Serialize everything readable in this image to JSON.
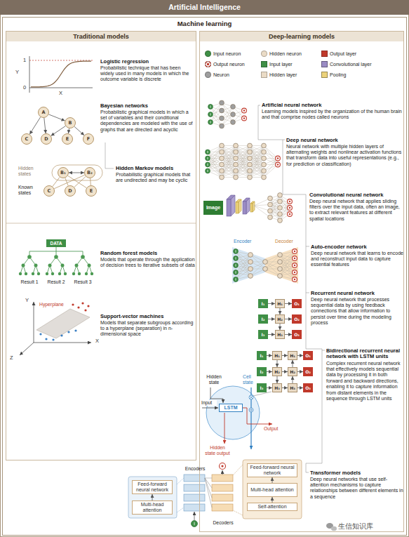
{
  "diagram": {
    "title": "Artificial Intelligence",
    "nodes": [
      {
        "text": [
          "Machine learning"
        ]
      },
      {
        "text": [
          "Traditional models"
        ],
        "in": 0
      },
      {
        "text": [
          "Deep-learning models"
        ],
        "in": 0
      },
      {
        "text": [
          "A"
        ],
        "in": 1
      },
      {
        "text": [
          "B"
        ],
        "in": 1
      },
      {
        "text": [
          "C"
        ],
        "in": 1
      },
      {
        "text": [
          "D"
        ],
        "in": 1
      },
      {
        "text": [
          "E"
        ],
        "in": 1
      },
      {
        "text": [
          "F"
        ],
        "in": 1
      },
      {
        "text": [
          "B₁"
        ],
        "in": 1
      },
      {
        "text": [
          "B₂"
        ],
        "in": 1
      },
      {
        "text": [
          "C"
        ],
        "in": 1
      },
      {
        "text": [
          "D"
        ],
        "in": 1
      },
      {
        "text": [
          "E"
        ],
        "in": 1
      },
      {
        "text": [
          "DATA"
        ],
        "in": 1
      },
      {
        "text": [
          "Image"
        ],
        "in": 2
      },
      {
        "text": [
          "I₁"
        ],
        "in": 2
      },
      {
        "text": [
          "H₁"
        ],
        "in": 2
      },
      {
        "text": [
          "O₁"
        ],
        "in": 2
      },
      {
        "text": [
          "I₂"
        ],
        "in": 2
      },
      {
        "text": [
          "H₂"
        ],
        "in": 2
      },
      {
        "text": [
          "O₂"
        ],
        "in": 2
      },
      {
        "text": [
          "I₃"
        ],
        "in": 2
      },
      {
        "text": [
          "H₃"
        ],
        "in": 2
      },
      {
        "text": [
          "O₃"
        ],
        "in": 2
      },
      {
        "text": [
          "I₁"
        ],
        "in": 2
      },
      {
        "text": [
          "H₁"
        ],
        "in": 2
      },
      {
        "text": [
          "H₁"
        ],
        "in": 2
      },
      {
        "text": [
          "O₁"
        ],
        "in": 2
      },
      {
        "text": [
          "I₂"
        ],
        "in": 2
      },
      {
        "text": [
          "H₂"
        ],
        "in": 2
      },
      {
        "text": [
          "H₂"
        ],
        "in": 2
      },
      {
        "text": [
          "O₂"
        ],
        "in": 2
      },
      {
        "text": [
          "I₃"
        ],
        "in": 2
      },
      {
        "text": [
          "H₃"
        ],
        "in": 2
      },
      {
        "text": [
          "H₃"
        ],
        "in": 2
      },
      {
        "text": [
          "O₃"
        ],
        "in": 2
      },
      {
        "text": [
          "LSTM"
        ],
        "in": 2
      },
      {
        "text": [
          "Feed-forward neural network"
        ],
        "in": 0
      },
      {
        "text": [
          "Multi-head attention"
        ],
        "in": 0
      },
      {
        "text": [
          "Feed-forward neural network"
        ],
        "in": 0
      },
      {
        "text": [
          "Multi-head attention"
        ],
        "in": 0
      },
      {
        "text": [
          "Self-attention"
        ],
        "in": 0
      }
    ],
    "edges": [
      {
        "from": 3,
        "to": 4,
        "arrow": "to"
      },
      {
        "from": 3,
        "to": 5,
        "arrow": "to"
      },
      {
        "from": 3,
        "to": 6,
        "arrow": "to"
      },
      {
        "from": 4,
        "to": 6,
        "arrow": "to"
      },
      {
        "from": 4,
        "to": 7,
        "arrow": "to"
      },
      {
        "from": 4,
        "to": 8,
        "arrow": "to"
      },
      {
        "from": 9,
        "to": 10,
        "arrow": "both"
      },
      {
        "from": 9,
        "to": 11,
        "arrow": "none"
      },
      {
        "from": 9,
        "to": 12,
        "arrow": "none"
      },
      {
        "from": 9,
        "to": 13,
        "arrow": "none"
      },
      {
        "from": 10,
        "to": 11,
        "arrow": "none"
      },
      {
        "from": 10,
        "to": 12,
        "arrow": "none"
      },
      {
        "from": 10,
        "to": 13,
        "arrow": "none"
      },
      {
        "from": 16,
        "to": 17,
        "arrow": "to"
      },
      {
        "from": 17,
        "to": 18,
        "arrow": "to"
      },
      {
        "from": 19,
        "to": 20,
        "arrow": "to"
      },
      {
        "from": 20,
        "to": 21,
        "arrow": "to"
      },
      {
        "from": 22,
        "to": 23,
        "arrow": "to"
      },
      {
        "from": 23,
        "to": 24,
        "arrow": "to"
      },
      {
        "from": 17,
        "to": 20,
        "arrow": "to"
      },
      {
        "from": 20,
        "to": 23,
        "arrow": "to"
      },
      {
        "from": 25,
        "to": 26,
        "arrow": "to"
      },
      {
        "from": 26,
        "to": 27,
        "arrow": "to"
      },
      {
        "from": 27,
        "to": 28,
        "arrow": "to"
      },
      {
        "from": 29,
        "to": 30,
        "arrow": "to"
      },
      {
        "from": 30,
        "to": 31,
        "arrow": "to"
      },
      {
        "from": 31,
        "to": 32,
        "arrow": "to"
      },
      {
        "from": 33,
        "to": 34,
        "arrow": "to"
      },
      {
        "from": 34,
        "to": 35,
        "arrow": "to"
      },
      {
        "from": 35,
        "to": 36,
        "arrow": "to"
      },
      {
        "from": 26,
        "to": 30,
        "arrow": "to"
      },
      {
        "from": 30,
        "to": 34,
        "arrow": "to"
      },
      {
        "from": 35,
        "to": 31,
        "arrow": "to"
      },
      {
        "from": 31,
        "to": 27,
        "arrow": "to"
      },
      {
        "from": 39,
        "to": 38,
        "arrow": "to"
      },
      {
        "from": 42,
        "to": 41,
        "arrow": "to"
      },
      {
        "from": 41,
        "to": 40,
        "arrow": "to"
      }
    ],
    "labels": [
      "Y",
      "1",
      "0",
      "X",
      "Logistic regression",
      "Probabilistic technique that has been widely used in many models in which the outcome variable is discrete",
      "Bayesian networks",
      "Probabilistic graphical models in which a set of variables and their conditional dependencies are modeled with the use of graphs that are directed and acyclic",
      "Hidden states",
      "Known states",
      "Hidden Markov models",
      "Probabilistic graphical models that are undirected and may be cyclic",
      "Result 1",
      "Result 2",
      "Result 3",
      "Random forest models",
      "Models that operate through the application of decision trees to iterative subsets of data",
      "Y",
      "Hyperplane",
      "X",
      "Z",
      "Support-vector machines",
      "Models that separate subgroups according to a hyperplane (separation) in n-dimensional space",
      "Artificial neural network",
      "Learning models inspired by the organization of the human brain and that comprise nodes called neurons",
      "Deep neural network",
      "Neural network with multiple hidden layers of alternating weights and nonlinear activation functions that transform data into useful representations (e.g., for prediction or classification)",
      "Convolutional neural network",
      "Deep neural network that applies sliding filters over the input data, often an image, to extract relevant features at different spatial locations",
      "Encoder",
      "Decoder",
      "Auto-encoder network",
      "Deep neural network that learns to encode and reconstruct input data to capture essential features",
      "Recurrent neural network",
      "Deep neural network that processes sequential data by using feedback connections that allow information to persist over time during the modeling process",
      "Bidirectional recurrent neural network with LSTM units",
      "Complex recurrent neural network that effectively models sequential data by processing it in both forward and backward directions, enabling it to capture information from distant elements in the sequence through LSTM units",
      "Hidden state",
      "Cell state",
      "Input",
      "Output",
      "Hidden state output",
      "Encoders",
      "Decoders",
      "Transformer models",
      "Deep neural networks that use self-attention mechanisms to capture relationships between different elements in a sequence",
      "生信知识库"
    ],
    "legend": [
      {
        "text": "Input neuron",
        "color": "#3f8f46"
      },
      {
        "text": "Hidden neuron",
        "color": "#eadbc6"
      },
      {
        "text": "Output layer",
        "color": "#c0392b"
      },
      {
        "text": "Output neuron",
        "color": "#c0392b"
      },
      {
        "text": "Input layer",
        "color": "#3f8f46"
      },
      {
        "text": "Convolutional layer",
        "color": "#9b8cc4"
      },
      {
        "text": "Neuron",
        "color": "#9e9e9e"
      },
      {
        "text": "Hidden layer",
        "color": "#eadbc6"
      },
      {
        "text": "Pooling",
        "color": "#ecd27a"
      }
    ]
  }
}
